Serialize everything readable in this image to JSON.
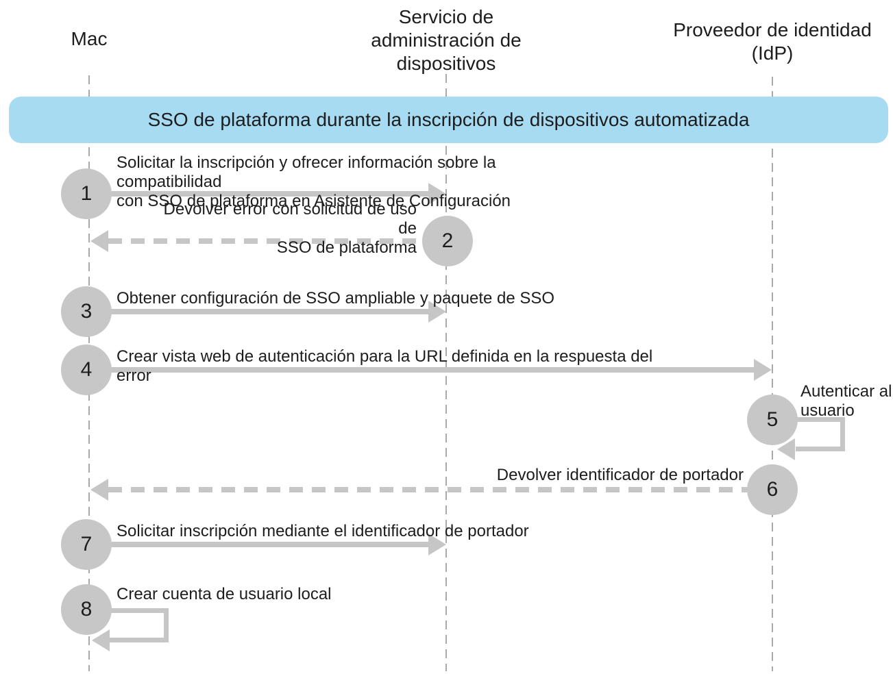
{
  "title": "SSO de plataforma durante la inscripción de dispositivos automatizada",
  "actors": [
    {
      "id": "mac",
      "name": "Mac"
    },
    {
      "id": "mdm",
      "name": "Servicio de\nadministración de\ndispositivos"
    },
    {
      "id": "idp",
      "name": "Proveedor de identidad\n(IdP)"
    }
  ],
  "steps": [
    {
      "number": "1",
      "label": "Solicitar la inscripción y ofrecer información sobre la compatibilidad\ncon SSO de plataforma en Asistente de Configuración",
      "from": "Mac",
      "to": "Servicio de administración de dispositivos",
      "arrow_style": "solid"
    },
    {
      "number": "2",
      "label": "Devolver error con solicitud de uso de\nSSO de plataforma",
      "from": "Servicio de administración de dispositivos",
      "to": "Mac",
      "arrow_style": "dashed"
    },
    {
      "number": "3",
      "label": "Obtener configuración de SSO ampliable y paquete de SSO",
      "from": "Mac",
      "to": "Servicio de administración de dispositivos",
      "arrow_style": "solid"
    },
    {
      "number": "4",
      "label": "Crear vista web de autenticación para la URL definida en la respuesta del error",
      "from": "Mac",
      "to": "Proveedor de identidad (IdP)",
      "arrow_style": "solid"
    },
    {
      "number": "5",
      "label": "Autenticar al\nusuario",
      "from": "Proveedor de identidad (IdP)",
      "to": "Proveedor de identidad (IdP)",
      "arrow_style": "self-loop"
    },
    {
      "number": "6",
      "label": "Devolver identificador de portador",
      "from": "Proveedor de identidad (IdP)",
      "to": "Mac",
      "arrow_style": "dashed"
    },
    {
      "number": "7",
      "label": "Solicitar inscripción mediante el identificador de portador",
      "from": "Mac",
      "to": "Servicio de administración de dispositivos",
      "arrow_style": "solid"
    },
    {
      "number": "8",
      "label": "Crear cuenta de usuario local",
      "from": "Mac",
      "to": "Mac",
      "arrow_style": "self-loop"
    }
  ],
  "colors": {
    "banner-bg": "#A6DBF2",
    "circle-fill": "#C7C7C7",
    "arrow": "#C6C6C6",
    "lifeline": "#A9A9A9",
    "text": "#1D1D1F",
    "background": "#FFFFFF"
  }
}
